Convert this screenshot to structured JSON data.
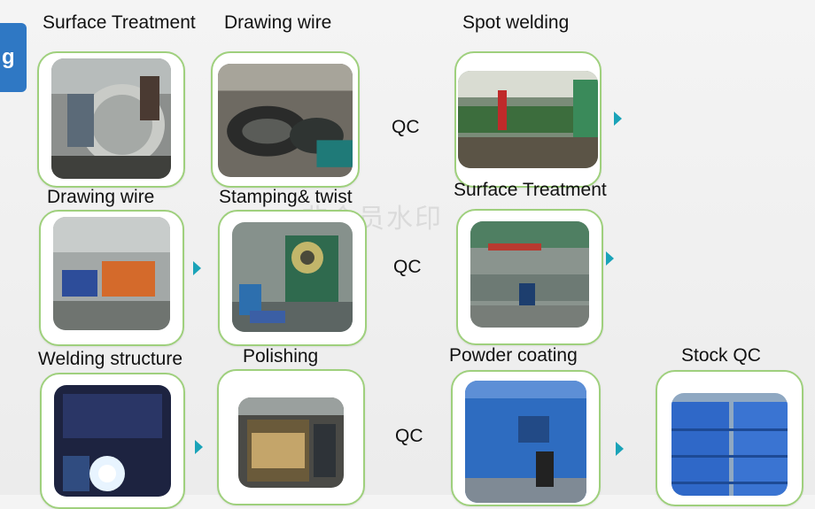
{
  "tab": {
    "text": "g"
  },
  "watermark": "非会员水印",
  "qc_label": "QC",
  "steps": {
    "surface_treatment_1": "Surface Treatment",
    "drawing_wire_1": "Drawing wire",
    "spot_welding": "Spot welding",
    "drawing_wire_2": "Drawing wire",
    "stamping_twist": "Stamping& twist",
    "surface_treatment_2": "Surface Treatment",
    "welding_structure": "Welding structure",
    "polishing": "Polishing",
    "powder_coating": "Powder coating",
    "stock_qc": "Stock QC"
  },
  "colors": {
    "accent": "#2f78c4",
    "frame": "#9fd07d",
    "arrow": "#1aa3b8"
  },
  "icons": {
    "arrow": "triangle-right-icon"
  }
}
